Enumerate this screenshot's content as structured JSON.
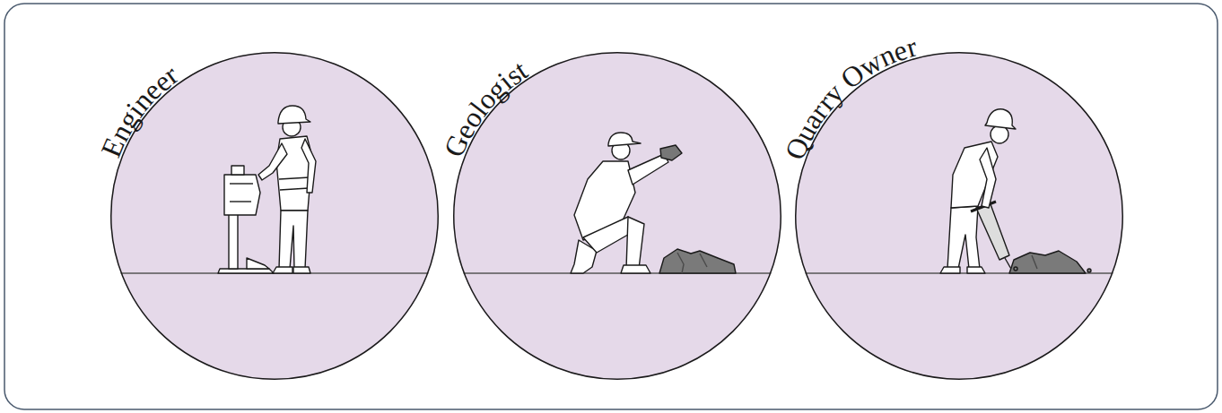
{
  "diagram": {
    "nodes": [
      {
        "text": [
          "Engineer"
        ]
      },
      {
        "text": [
          "Geologist"
        ]
      },
      {
        "text": [
          "Quarry Owner"
        ]
      }
    ]
  }
}
